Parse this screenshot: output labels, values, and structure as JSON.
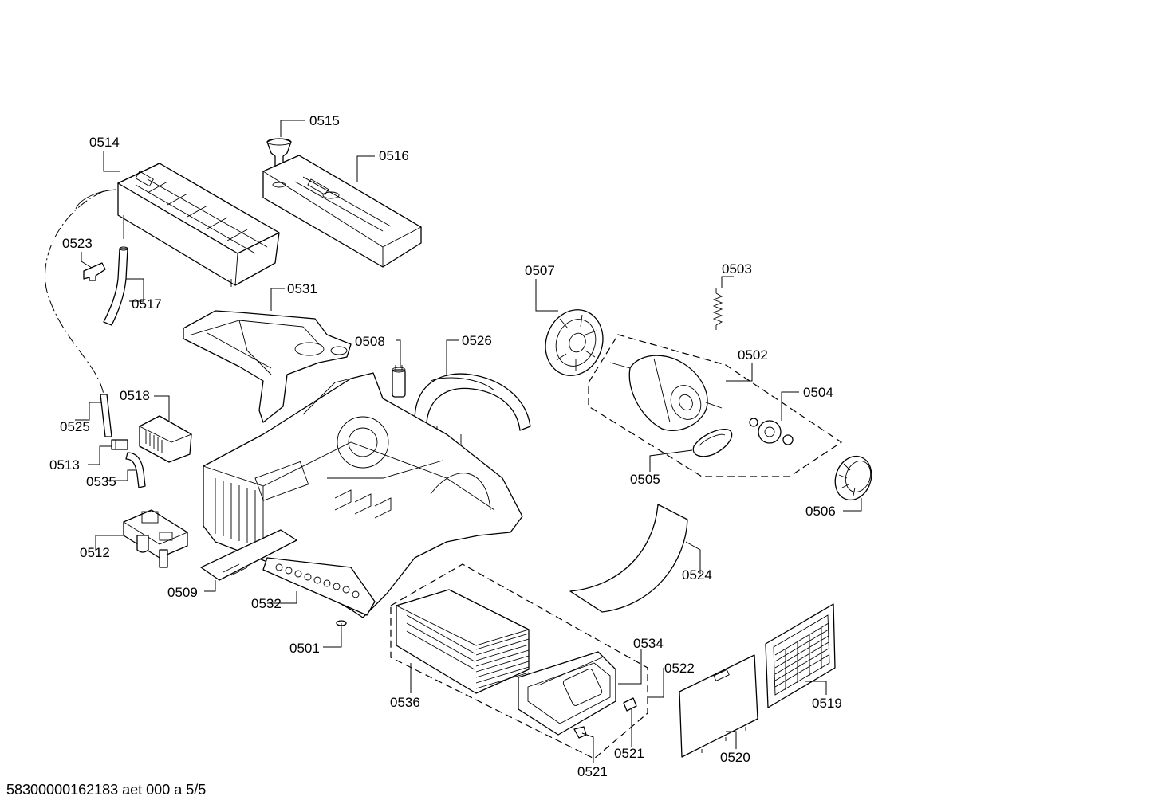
{
  "footer": "58300000162183 aet 000 a 5/5",
  "labels": {
    "p0501": "0501",
    "p0502": "0502",
    "p0503": "0503",
    "p0504": "0504",
    "p0505": "0505",
    "p0506": "0506",
    "p0507": "0507",
    "p0508": "0508",
    "p0509": "0509",
    "p0512": "0512",
    "p0513": "0513",
    "p0514": "0514",
    "p0515": "0515",
    "p0516": "0516",
    "p0517": "0517",
    "p0518": "0518",
    "p0519": "0519",
    "p0520": "0520",
    "p0521a": "0521",
    "p0521b": "0521",
    "p0522": "0522",
    "p0523": "0523",
    "p0524": "0524",
    "p0525": "0525",
    "p0526": "0526",
    "p0531": "0531",
    "p0532": "0532",
    "p0534": "0534",
    "p0535": "0535",
    "p0536": "0536"
  }
}
